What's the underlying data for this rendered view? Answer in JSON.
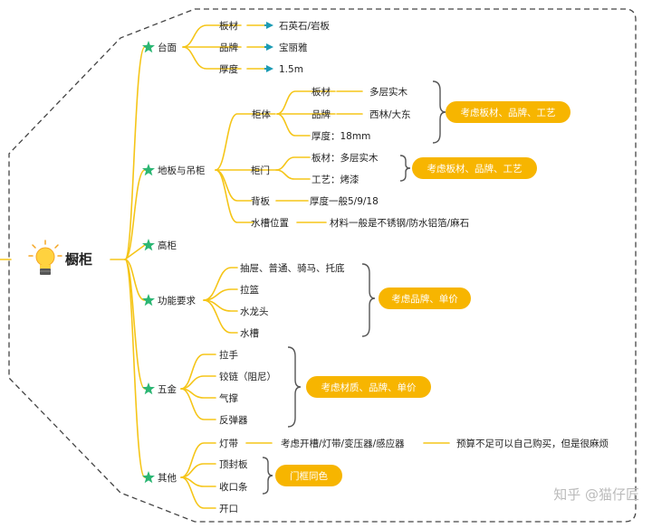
{
  "root": {
    "label": "橱柜"
  },
  "branches": [
    {
      "label": "台面",
      "items": [
        {
          "label": "板材",
          "value": "石英石/岩板"
        },
        {
          "label": "品牌",
          "value": "宝丽雅"
        },
        {
          "label": "厚度",
          "value": "1.5m"
        }
      ]
    },
    {
      "label": "地板与吊柜",
      "groups": [
        {
          "label": "柜体",
          "items": [
            {
              "label": "板材",
              "value": "多层实木"
            },
            {
              "label": "品牌",
              "value": "西林/大东"
            },
            {
              "label": "厚度：18mm"
            }
          ],
          "tag": "考虑板材、品牌、工艺"
        },
        {
          "label": "柜门",
          "items": [
            {
              "label": "板材：多层实木"
            },
            {
              "label": "工艺：烤漆"
            }
          ],
          "tag": "考虑板材、品牌、工艺"
        },
        {
          "label": "背板",
          "value": "厚度一般5/9/18"
        },
        {
          "label": "水槽位置",
          "value": "材料一般是不锈钢/防水铝箔/麻石"
        }
      ]
    },
    {
      "label": "高柜"
    },
    {
      "label": "功能要求",
      "items": [
        "抽屉、普通、骑马、托底",
        "拉篮",
        "水龙头",
        "水槽"
      ],
      "tag": "考虑品牌、单价"
    },
    {
      "label": "五金",
      "items": [
        "拉手",
        "铰链（阻尼）",
        "气撑",
        "反弹器"
      ],
      "tag": "考虑材质、品牌、单价"
    },
    {
      "label": "其他",
      "led": {
        "label": "灯带",
        "value": "考虑开槽/灯带/变压器/感应器",
        "note": "预算不足可以自己购买，但是很麻烦"
      },
      "items": [
        "顶封板",
        "收口条"
      ],
      "tag": "门框同色",
      "last": "开口"
    }
  ],
  "watermark": "知乎 @猫仔匠",
  "colors": {
    "line": "#f5c518",
    "tag": "#f7b500",
    "arrow": "#1b9bb4",
    "star": "#2bb673"
  }
}
